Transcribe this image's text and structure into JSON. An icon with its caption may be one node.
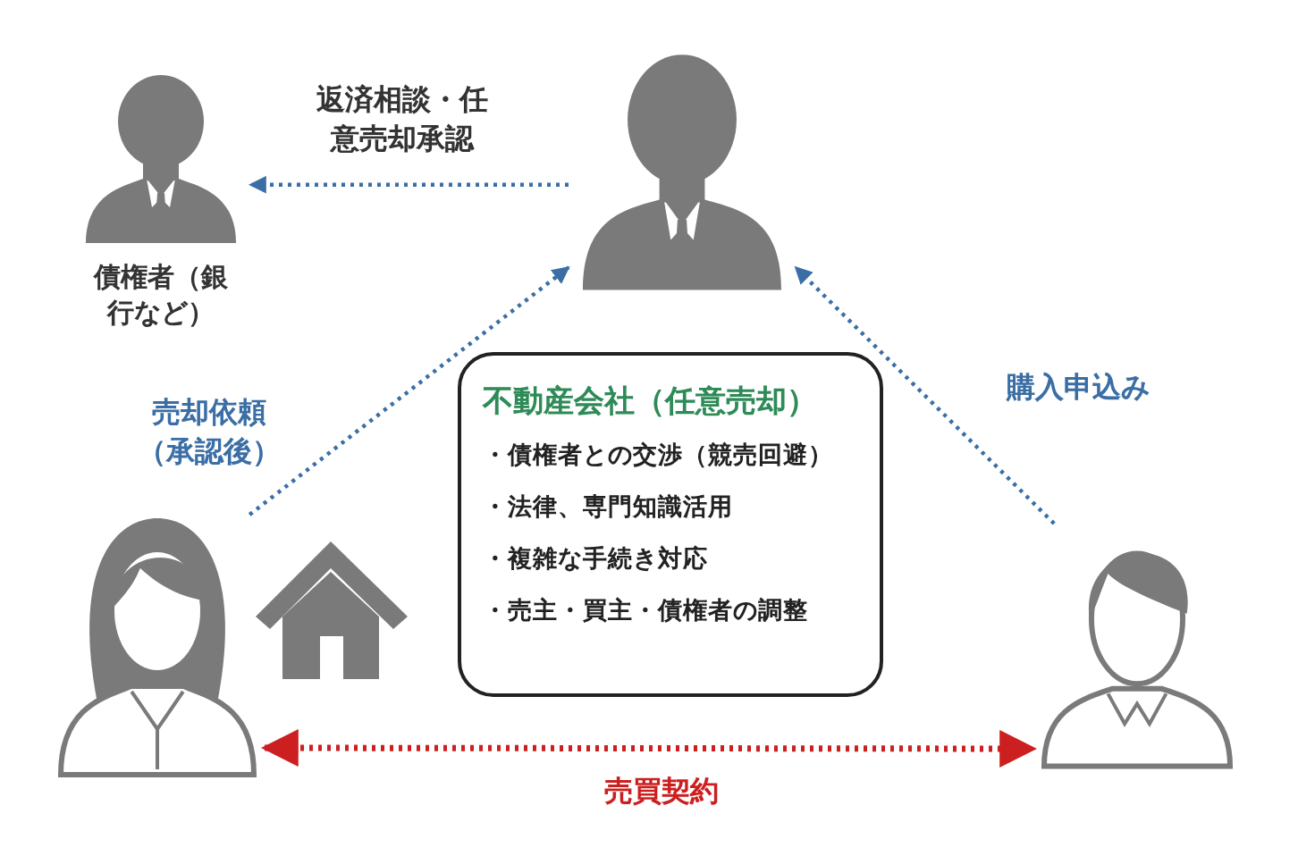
{
  "diagram": {
    "nodes": [
      {
        "text": [
          "債権者（銀行など）"
        ]
      },
      {
        "text": [],
        "shape": "person"
      },
      {
        "text": [],
        "shape": "person"
      },
      {
        "text": [],
        "shape": "person"
      },
      {
        "text": [
          "不動産会社（任意売却）",
          "・債権者との交渉（競売回避）",
          "・法律、専門知識活用",
          "・複雑な手続き対応",
          "・売主・買主・債権者の調整"
        ]
      }
    ],
    "edges": [
      {
        "from": 1,
        "to": 0,
        "arrow": "to",
        "style": "dashed",
        "label": "返済相談・任意売却承認"
      },
      {
        "from": 2,
        "to": 1,
        "arrow": "to",
        "style": "dashed",
        "label": "売却依頼（承認後）"
      },
      {
        "from": 3,
        "to": 1,
        "arrow": "to",
        "style": "dashed",
        "label": "購入申込み"
      },
      {
        "from": 2,
        "to": 3,
        "arrow": "both",
        "style": "dashed",
        "color": "#cc1f1f",
        "label": "売買契約"
      }
    ]
  }
}
